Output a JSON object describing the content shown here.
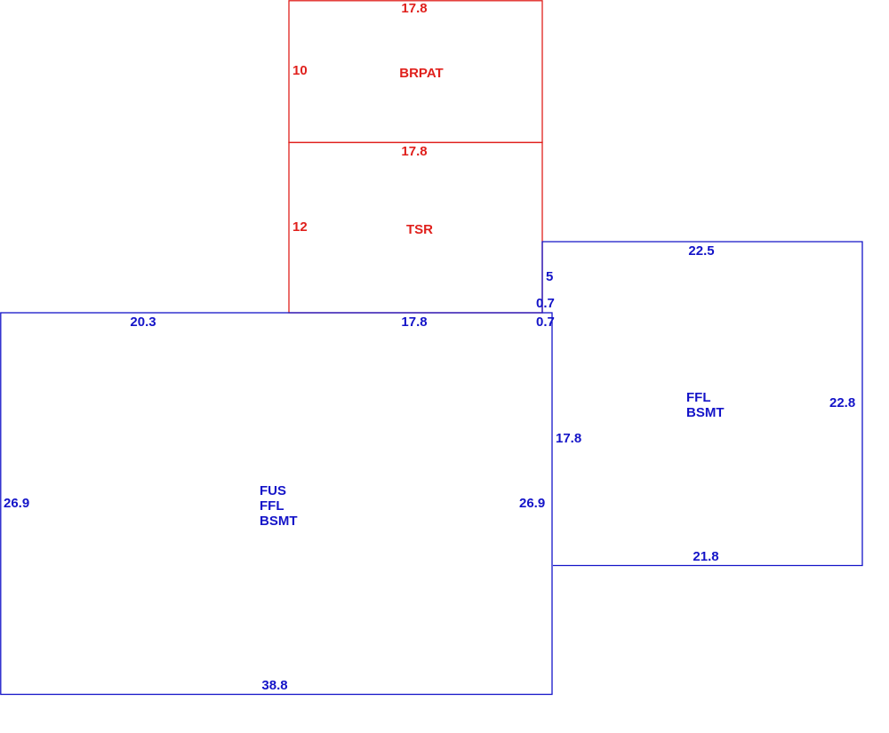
{
  "colors": {
    "existing": "#1414c8",
    "addition": "#e0201c"
  },
  "areas": [
    {
      "code_lines": [
        "BRPAT"
      ],
      "color": "addition",
      "dimensions": {
        "top": "17.8",
        "left": "10"
      }
    },
    {
      "code_lines": [
        "TSR"
      ],
      "color": "addition",
      "dimensions": {
        "top": "17.8",
        "left": "12",
        "bottom": "17.8"
      }
    },
    {
      "code_lines": [
        "FUS",
        "FFL",
        "BSMT"
      ],
      "color": "existing",
      "dimensions": {
        "top_left": "20.3",
        "left": "26.9",
        "right": "26.9",
        "bottom": "38.8"
      }
    },
    {
      "code_lines": [
        "FFL",
        "BSMT"
      ],
      "color": "existing",
      "dimensions": {
        "top": "22.5",
        "step_upper": "5",
        "jog_upper": "0.7",
        "jog_lower": "0.7",
        "left": "17.8",
        "right": "22.8",
        "bottom": "21.8"
      }
    }
  ]
}
